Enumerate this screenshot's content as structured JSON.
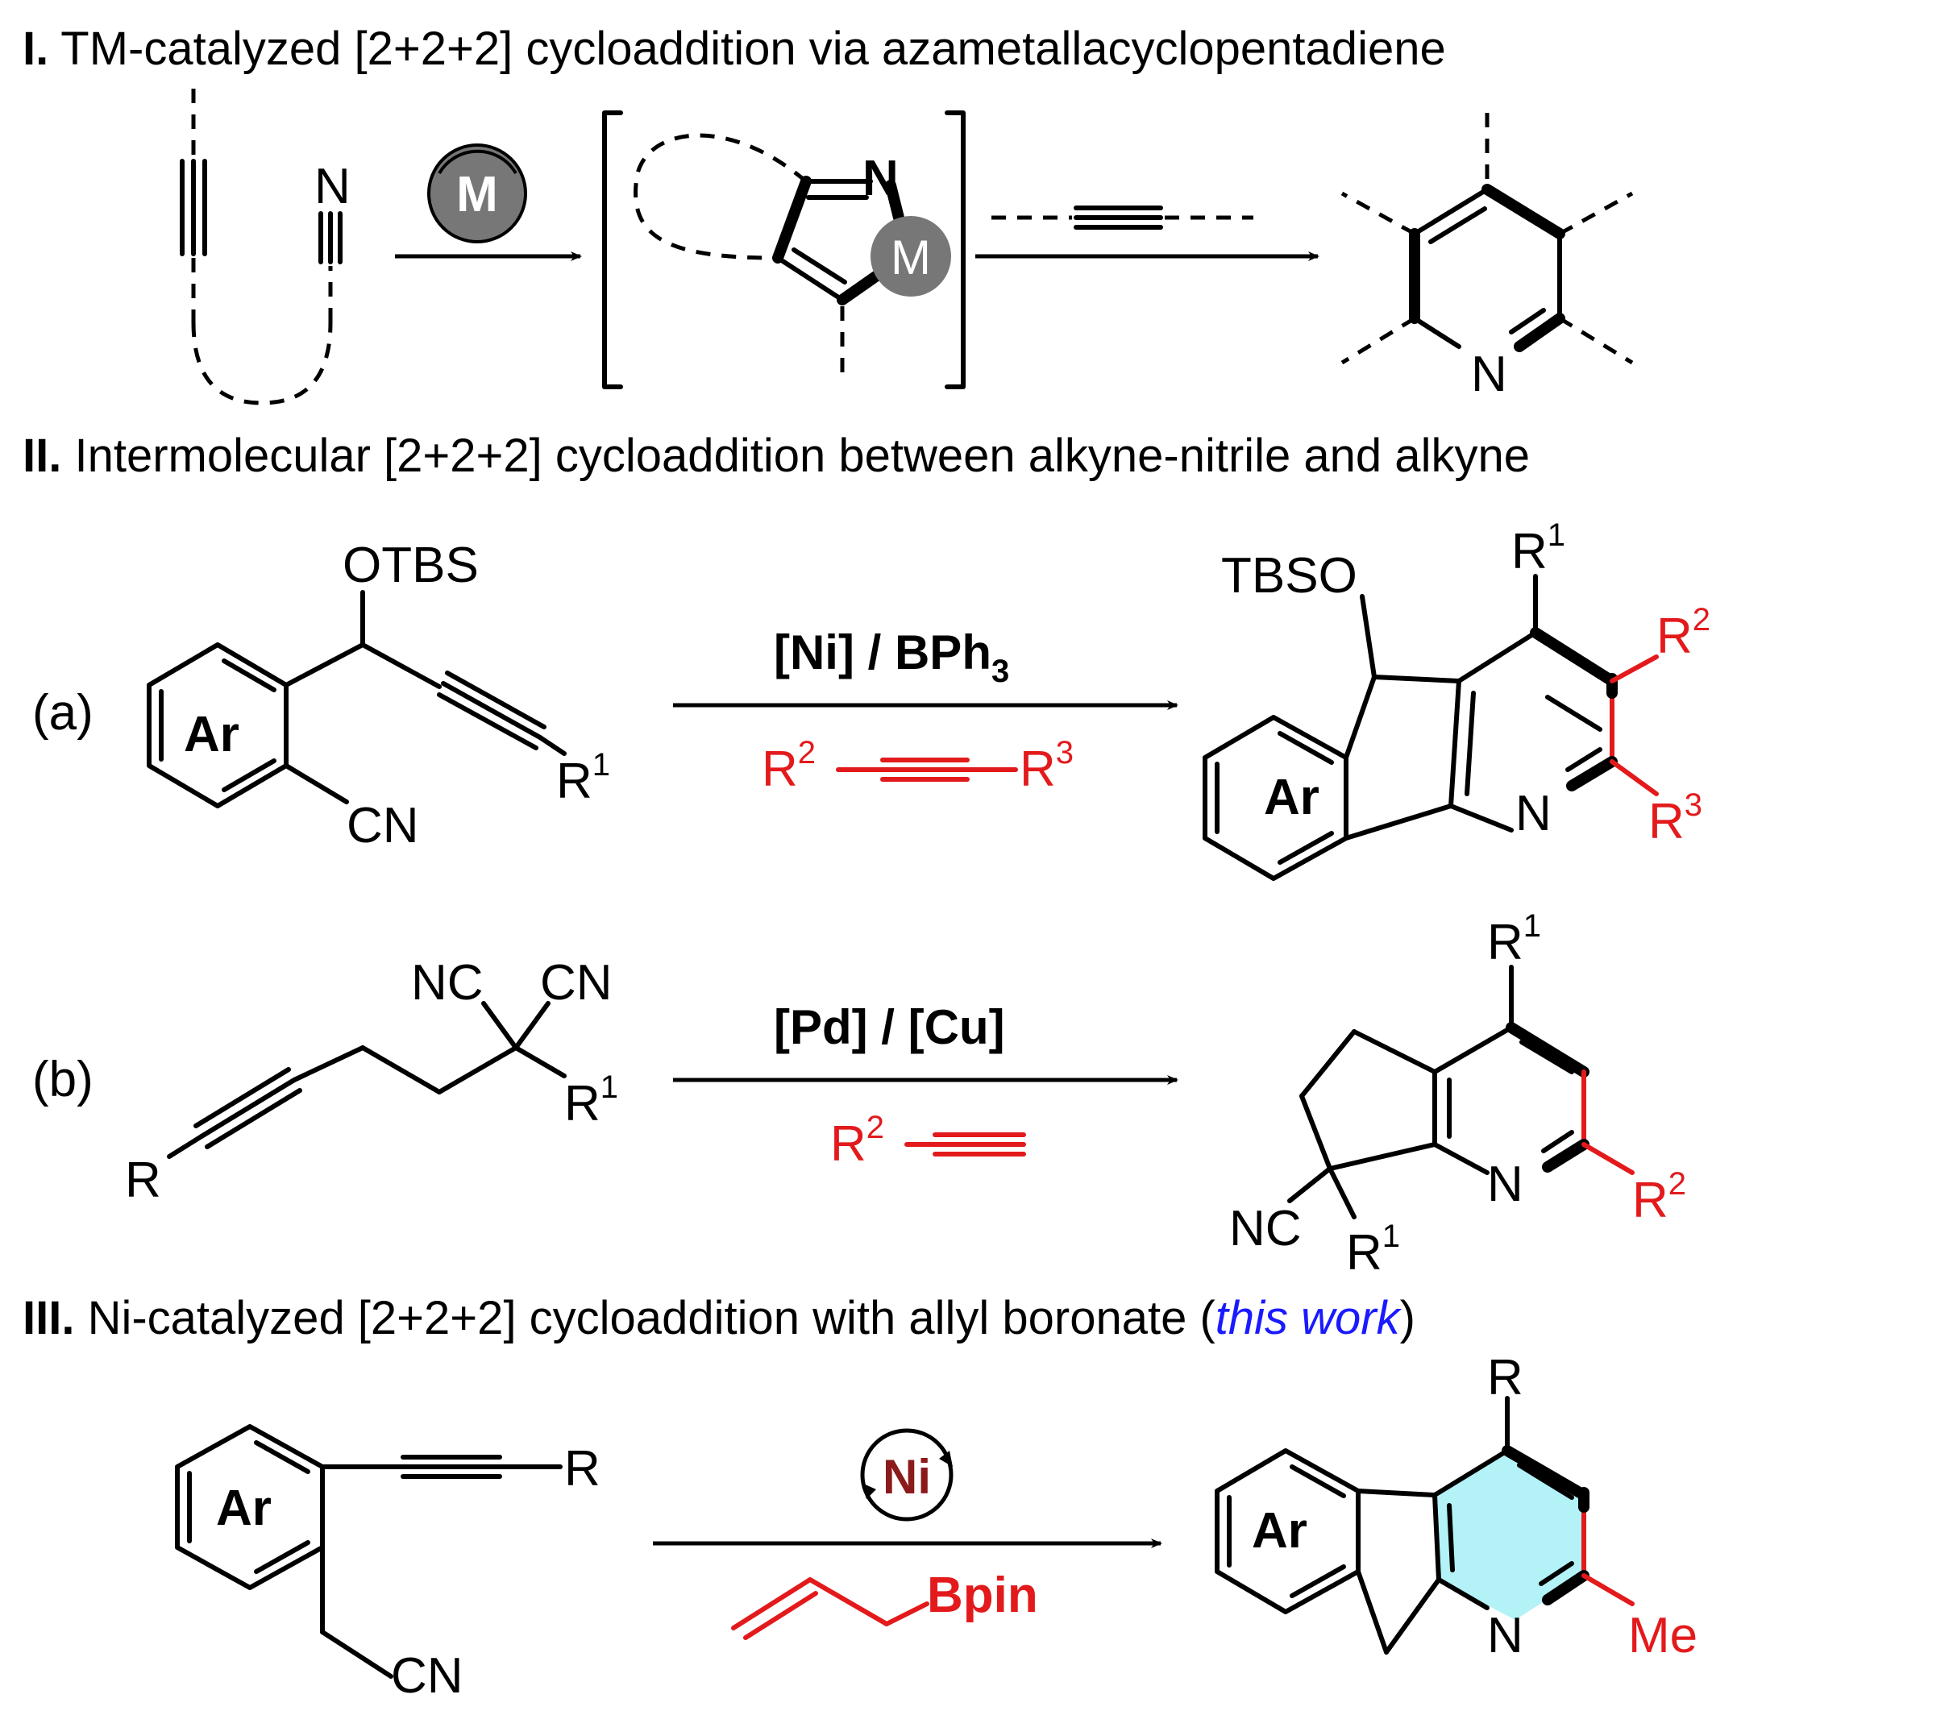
{
  "section1": {
    "numeral": "I.",
    "title": " TM-catalyzed [2+2+2] cycloaddition via azametallacyclopentadiene",
    "catalyst_label": "M",
    "n_label": "N",
    "metallacycle_n": "N",
    "metallacycle_m": "M",
    "product_n": "N"
  },
  "section2": {
    "numeral": "II.",
    "title": " Intermolecular [2+2+2] cycloaddition between alkyne-nitrile and alkyne",
    "a": {
      "tag": "(a)",
      "otbs": "OTBS",
      "ar": "Ar",
      "cn": "CN",
      "r1": "R",
      "r1_sup": "1",
      "reagent": "[Ni] / BPh",
      "reagent_sub": "3",
      "alkyne_r2": "R",
      "alkyne_r2_sup": "2",
      "alkyne_r3": "R",
      "alkyne_r3_sup": "3",
      "prod_tbso": "TBSO",
      "prod_r1": "R",
      "prod_r1_sup": "1",
      "prod_r2": "R",
      "prod_r2_sup": "2",
      "prod_r3": "R",
      "prod_r3_sup": "3",
      "prod_ar": "Ar",
      "prod_n": "N"
    },
    "b": {
      "tag": "(b)",
      "nc": "NC",
      "cn": "CN",
      "r1": "R",
      "r1_sup": "1",
      "r": "R",
      "reagent": "[Pd] / [Cu]",
      "alkyne_r2": "R",
      "alkyne_r2_sup": "2",
      "prod_r1_top": "R",
      "prod_r1_top_sup": "1",
      "prod_r2": "R",
      "prod_r2_sup": "2",
      "prod_nc": "NC",
      "prod_r1_bottom": "R",
      "prod_r1_bottom_sup": "1",
      "prod_n": "N"
    }
  },
  "section3": {
    "numeral": "III.",
    "title": " Ni-catalyzed [2+2+2] cycloaddition with allyl boronate (",
    "this_work": "this work",
    "close_paren": ")",
    "ar": "Ar",
    "r": "R",
    "cn": "CN",
    "catalyst": "Ni",
    "bpin": "Bpin",
    "prod_r": "R",
    "prod_ar": "Ar",
    "prod_n": "N",
    "prod_me": "Me"
  },
  "colors": {
    "text": "#000000",
    "new_bond_red": "#e31a1c",
    "this_work_blue": "#1a1aff",
    "ni_dark_red": "#8b1a1a",
    "metal_gray": "#777777",
    "pyridine_fill": "#b3f2f7"
  }
}
